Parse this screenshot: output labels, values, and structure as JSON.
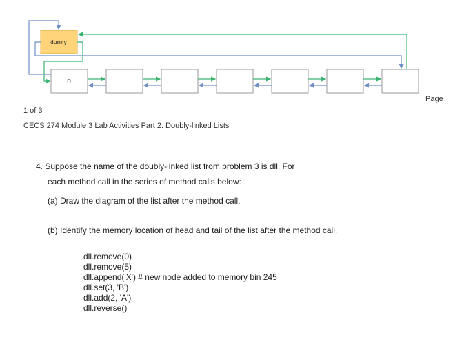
{
  "diagram": {
    "dummy_label": "dummy",
    "node_label": "D",
    "colors": {
      "dummy_fill": "#ffd47a",
      "node_stroke": "#9a9a9a",
      "next_arrow": "#3cb371",
      "prev_arrow": "#6f8fc7"
    }
  },
  "page_label": "Page",
  "page_number": "1 of 3",
  "doc_title": "CECS 274 Module 3 Lab Activities Part 2: Doubly-linked Lists",
  "question": {
    "line1": "4.  Suppose the name of the doubly-linked list from problem 3 is dll. For",
    "line2": "each method call in the series of method calls below:",
    "part_a": "(a) Draw the diagram of the list after the method call.",
    "part_b": "(b) Identify the memory location of head and tail of the list after the method call."
  },
  "method_calls": [
    "dll.remove(0)",
    "dll.remove(5)",
    "dll.append('X') # new node added to memory bin 245",
    "dll.set(3, 'B')",
    "dll.add(2, 'A')",
    "dll.reverse()"
  ]
}
